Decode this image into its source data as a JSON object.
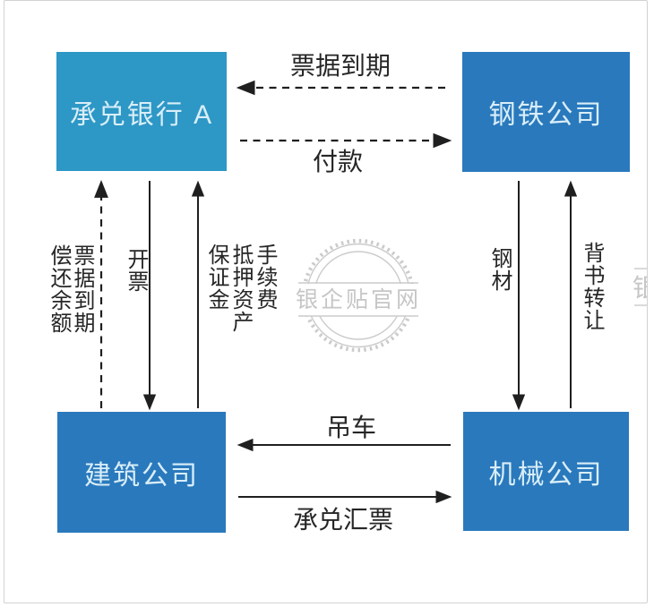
{
  "page": {
    "background": "#ffffff",
    "border_color": "#d2d2d2",
    "line_color": "#1f1f1f"
  },
  "nodes": {
    "bank": {
      "label": "承兑银行 A",
      "color": "#2d97c6"
    },
    "steel": {
      "label": "钢铁公司",
      "color": "#2a79bd"
    },
    "construction": {
      "label": "建筑公司",
      "color": "#2a79bd"
    },
    "machinery": {
      "label": "机械公司",
      "color": "#2a79bd"
    }
  },
  "edges": {
    "bill_maturity": {
      "label": "票据到期",
      "from": "钢铁公司",
      "to": "承兑银行 A",
      "style": "dashed"
    },
    "payment": {
      "label": "付款",
      "from": "承兑银行 A",
      "to": "钢铁公司",
      "style": "dashed"
    },
    "repay_balance": {
      "label": "票据到期\n偿还余额",
      "from": "建筑公司",
      "to": "承兑银行 A",
      "style": "dashed"
    },
    "issue_bill": {
      "label": "开票",
      "from": "承兑银行 A",
      "to": "建筑公司",
      "style": "solid"
    },
    "deposit_fees": {
      "label": "手续费\n抵押资产\n保证金",
      "from": "建筑公司",
      "to": "承兑银行 A",
      "style": "solid"
    },
    "steel_material": {
      "label": "钢材",
      "from": "钢铁公司",
      "to": "机械公司",
      "style": "solid"
    },
    "endorsement_transfer": {
      "label": "背书转让",
      "from": "机械公司",
      "to": "钢铁公司",
      "style": "solid"
    },
    "crane": {
      "label": "吊车",
      "from": "机械公司",
      "to": "建筑公司",
      "style": "solid"
    },
    "acceptance_bill": {
      "label": "承兑汇票",
      "from": "建筑公司",
      "to": "机械公司",
      "style": "solid"
    }
  },
  "watermark": {
    "stamp_text": "银企贴官网",
    "edge_fragment": "银",
    "color": "#c8c8c8"
  }
}
